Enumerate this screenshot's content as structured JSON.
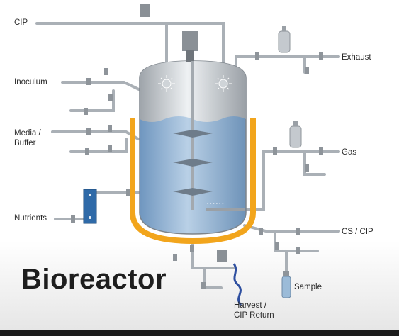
{
  "title": "Bioreactor",
  "labels": {
    "cip": "CIP",
    "inoculum": "Inoculum",
    "media_buffer": "Media /\nBuffer",
    "nutrients": "Nutrients",
    "exhaust": "Exhaust",
    "gas": "Gas",
    "cs_cip": "CS / CIP",
    "sample": "Sample",
    "harvest": "Harvest /\nCIP Return"
  },
  "colors": {
    "pipe": "#b9bec4",
    "pipe_edge": "#8e949a",
    "vessel_liquid": "#8fb3d6",
    "vessel_headspace": "#e3e7eb",
    "jacket": "#f2a51c",
    "heat_exchanger": "#2f6aa8",
    "harvest_line": "#2e4fa0",
    "sample_vial": "#9bbbd8"
  }
}
